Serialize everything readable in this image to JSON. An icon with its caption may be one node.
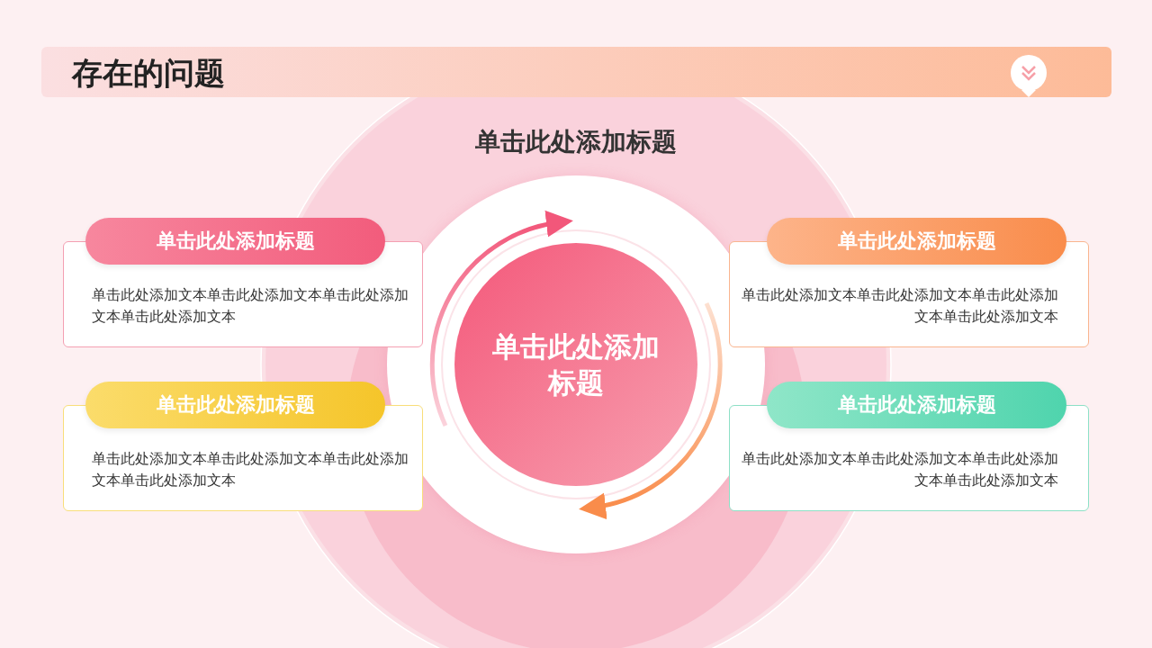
{
  "diagram": {
    "title": "存在的问题",
    "labels": [
      "单击此处添加标题"
    ],
    "nodes": [
      {
        "text": [
          "单击此处添加标题"
        ]
      },
      {
        "text": [
          "单击此处添加标题",
          "单击此处添加文本单击此处添加文本单击此处添加文本单击此处添加文本"
        ]
      },
      {
        "text": [
          "单击此处添加标题",
          "单击此处添加文本单击此处添加文本单击此处添加文本单击此处添加文本"
        ]
      },
      {
        "text": [
          "单击此处添加标题",
          "单击此处添加文本单击此处添加文本单击此处添加文本单击此处添加文本"
        ]
      },
      {
        "text": [
          "单击此处添加标题",
          "单击此处添加文本单击此处添加文本单击此处添加文本单击此处添加文本"
        ]
      }
    ]
  }
}
